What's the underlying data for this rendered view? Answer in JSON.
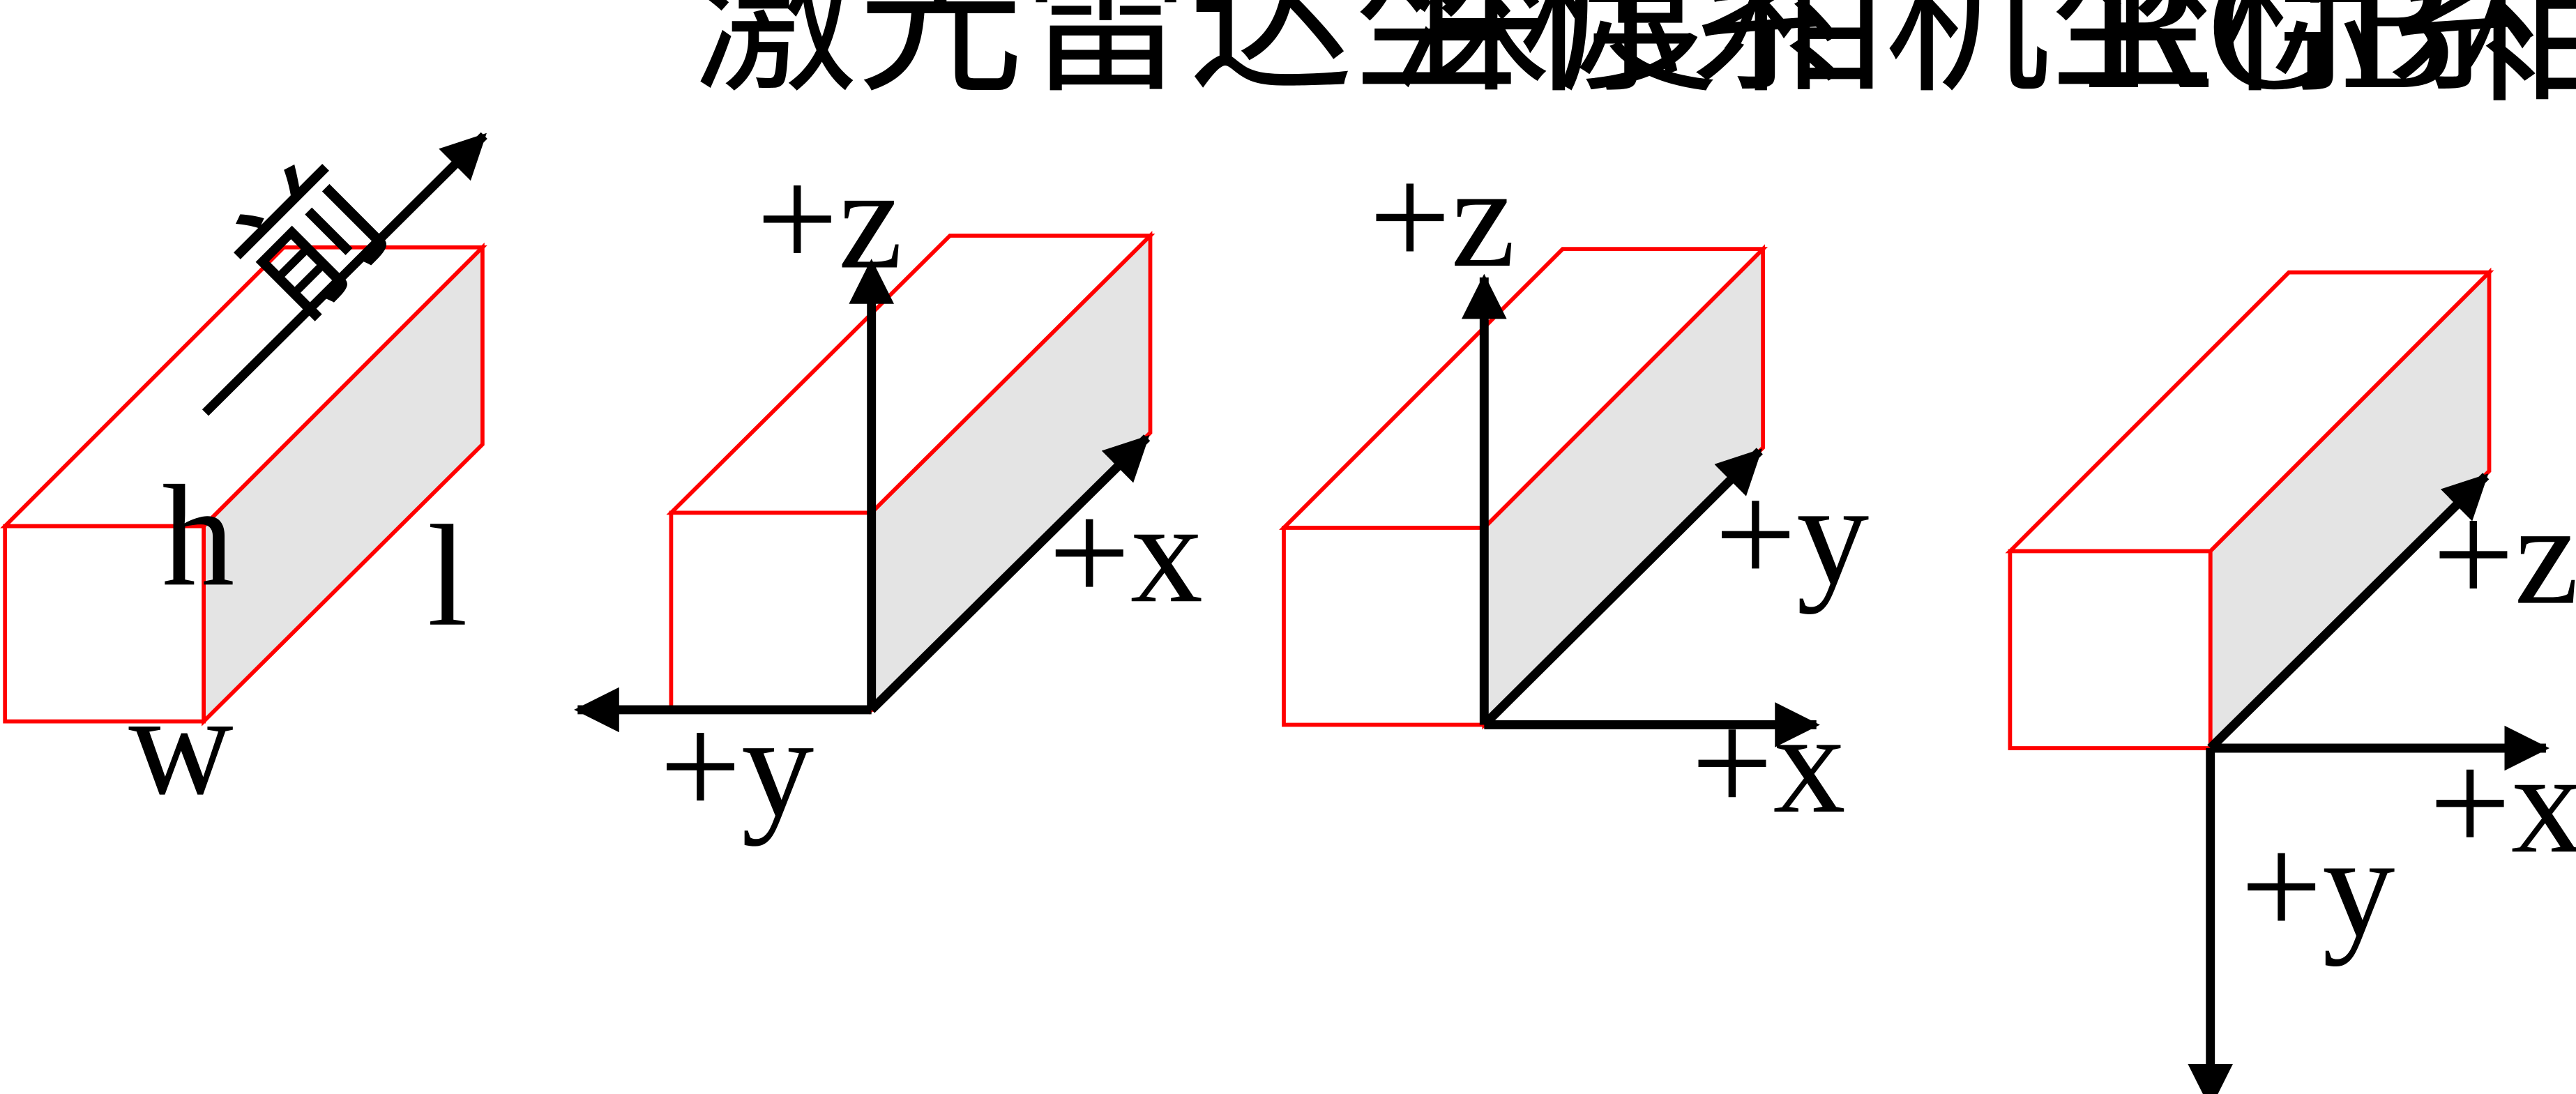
{
  "titles": {
    "lidar": "激光雷达坐标系",
    "depth": "深度相机坐标系",
    "rgb": "RGB相机坐标系"
  },
  "dimensions": {
    "front": "前",
    "height": "h",
    "length": "l",
    "width": "w"
  },
  "lidar_axes": {
    "z": "+z",
    "x": "+x",
    "y": "+y"
  },
  "depth_axes": {
    "z": "+z",
    "y": "+y",
    "x": "+x"
  },
  "rgb_axes": {
    "z": "+z",
    "x": "+x",
    "y": "+y"
  },
  "colors": {
    "box_edge": "#ff0000",
    "box_side": "#e4e4e4",
    "axis": "#000000"
  }
}
